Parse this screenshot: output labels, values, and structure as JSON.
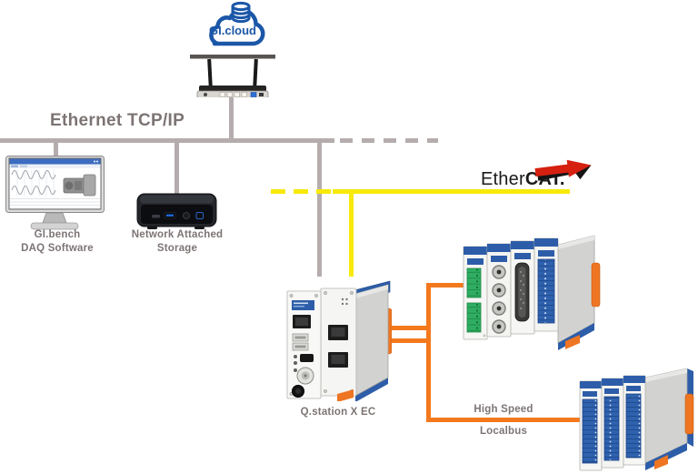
{
  "diagram": {
    "cloud": {
      "label": "GI.cloud"
    },
    "ethernet": {
      "label": "Ethernet TCP/IP"
    },
    "workstation": {
      "line1": "GI.bench",
      "line2": "DAQ Software"
    },
    "nas": {
      "line1": "Network Attached",
      "line2": "Storage"
    },
    "ethercat": {
      "normal": "Ether",
      "bold": "CAT."
    },
    "qstation": {
      "label": "Q.station X EC"
    },
    "localbus": {
      "line1": "High Speed",
      "line2": "Localbus"
    }
  },
  "colors": {
    "gantner_blue": "#1e5bab",
    "device_blue": "#2d5da8",
    "bus_gray": "#b5adad",
    "label_gray": "#7d7474",
    "ethercat_yellow": "#f8e90a",
    "localbus_orange": "#f4791d",
    "clip_orange": "#ee7522",
    "terminal_green": "#2fae62",
    "arrow_red": "#d62010"
  }
}
